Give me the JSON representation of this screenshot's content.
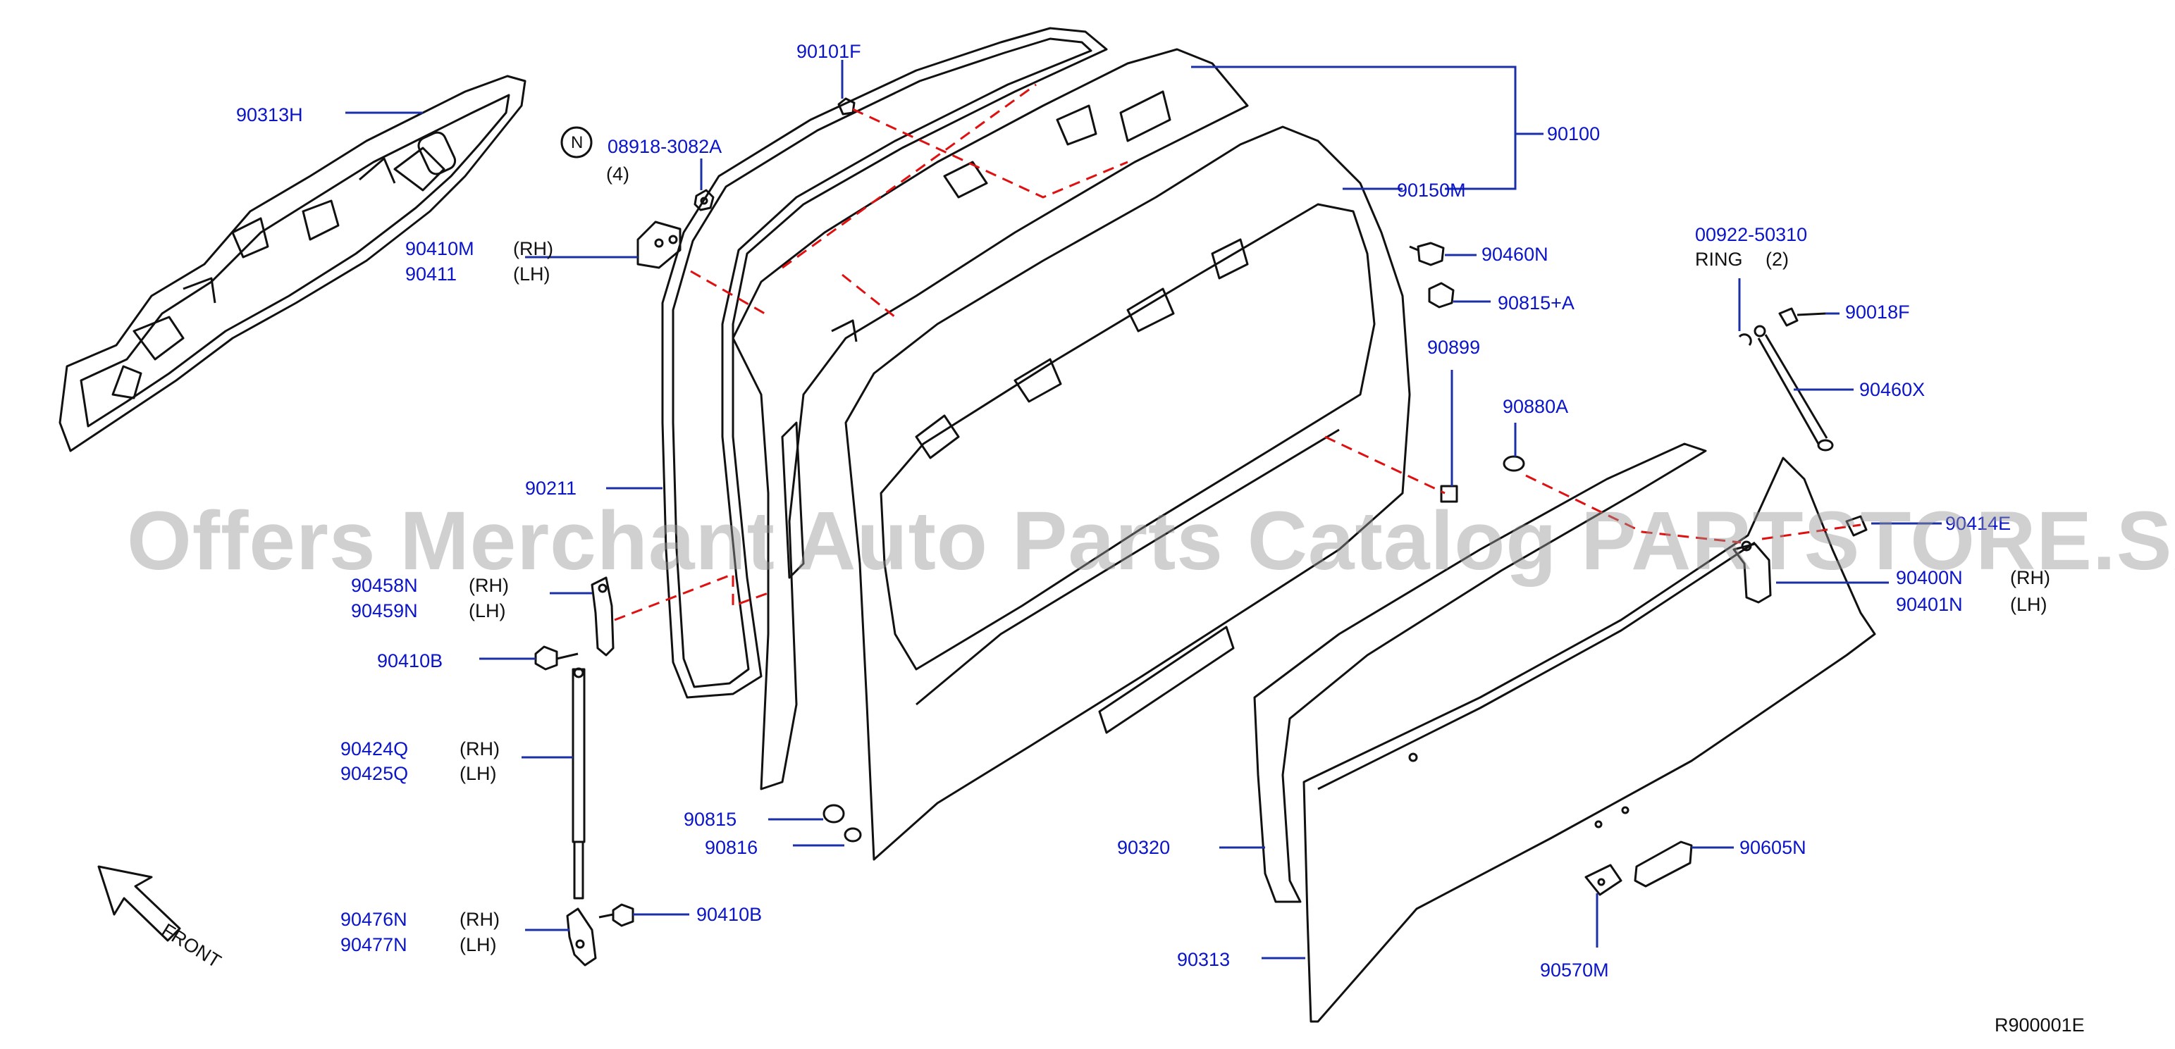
{
  "parts": [
    {
      "id": "p_90313H",
      "label": "90313H"
    },
    {
      "id": "p_08918",
      "label": "08918-3082A"
    },
    {
      "id": "p_90101F",
      "label": "90101F"
    },
    {
      "id": "p_90100",
      "label": "90100"
    },
    {
      "id": "p_90150M",
      "label": "90150M"
    },
    {
      "id": "p_90410M",
      "label": "90410M"
    },
    {
      "id": "p_90411",
      "label": "90411"
    },
    {
      "id": "p_90460N",
      "label": "90460N"
    },
    {
      "id": "p_90815A",
      "label": "90815+A"
    },
    {
      "id": "p_00922",
      "label": "00922-50310"
    },
    {
      "id": "p_90018F",
      "label": "90018F"
    },
    {
      "id": "p_90899",
      "label": "90899"
    },
    {
      "id": "p_90460X",
      "label": "90460X"
    },
    {
      "id": "p_90880A",
      "label": "90880A"
    },
    {
      "id": "p_90211",
      "label": "90211"
    },
    {
      "id": "p_90414E",
      "label": "90414E"
    },
    {
      "id": "p_90400N",
      "label": "90400N"
    },
    {
      "id": "p_90401N",
      "label": "90401N"
    },
    {
      "id": "p_90458N",
      "label": "90458N"
    },
    {
      "id": "p_90459N",
      "label": "90459N"
    },
    {
      "id": "p_90410B_a",
      "label": "90410B"
    },
    {
      "id": "p_90424Q",
      "label": "90424Q"
    },
    {
      "id": "p_90425Q",
      "label": "90425Q"
    },
    {
      "id": "p_90815",
      "label": "90815"
    },
    {
      "id": "p_90816",
      "label": "90816"
    },
    {
      "id": "p_90320",
      "label": "90320"
    },
    {
      "id": "p_90605N",
      "label": "90605N"
    },
    {
      "id": "p_90476N",
      "label": "90476N"
    },
    {
      "id": "p_90477N",
      "label": "90477N"
    },
    {
      "id": "p_90410B_b",
      "label": "90410B"
    },
    {
      "id": "p_90313",
      "label": "90313"
    },
    {
      "id": "p_90570M",
      "label": "90570M"
    }
  ],
  "notes": {
    "rh": "(RH)",
    "lh": "(LH)",
    "qty4": "(4)",
    "ring": "RING",
    "qty2": "(2)",
    "n_symbol": "N",
    "front": "FRONT",
    "diagram_code": "R900001E",
    "watermark": "Offers Merchant Auto Parts Catalog PARTSTORE.SA"
  },
  "colors": {
    "label": "#0a14c8",
    "leader": "#1a2fa8",
    "dash": "#e01010",
    "line": "#111111",
    "watermark": "#969696"
  }
}
